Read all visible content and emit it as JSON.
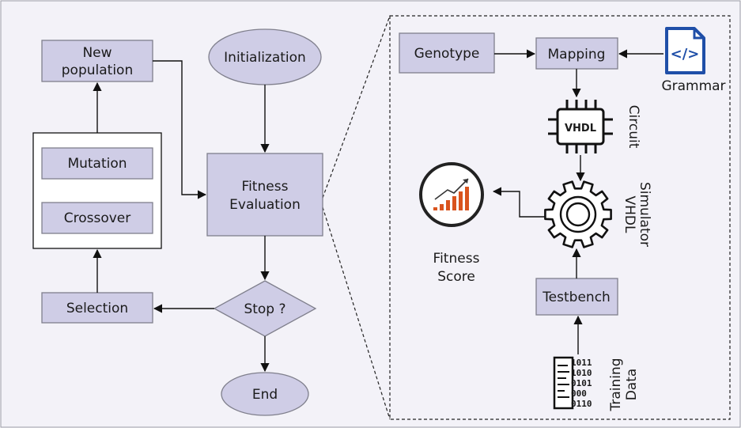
{
  "flow": {
    "initialization": "Initialization",
    "fitness_line1": "Fitness",
    "fitness_line2": "Evaluation",
    "stop": "Stop ?",
    "end": "End",
    "selection": "Selection",
    "crossover": "Crossover",
    "mutation": "Mutation",
    "newpop_line1": "New",
    "newpop_line2": "population"
  },
  "detail": {
    "genotype": "Genotype",
    "mapping": "Mapping",
    "grammar": "Grammar",
    "grammar_icon": "</>",
    "circuit": "Circuit",
    "chip_label": "VHDL",
    "simulator_line1": "VHDL",
    "simulator_line2": "Simulator",
    "fitness_score_line1": "Fitness",
    "fitness_score_line2": "Score",
    "testbench": "Testbench",
    "training_line1": "Training",
    "training_line2": "Data",
    "binary_rows": [
      "1011",
      "1010",
      "0101",
      "000",
      "0110"
    ]
  },
  "colors": {
    "background": "#f3f2f8",
    "node_fill": "#cfcde6",
    "node_stroke": "#7f7f8c",
    "grammar_icon": "#1f4fa8",
    "chart_bars": "#d9541e",
    "chart_ring": "#222222"
  },
  "icons": [
    "grammar-code-file-icon",
    "vhdl-chip-icon",
    "gear-simulator-icon",
    "fitness-chart-icon",
    "binary-document-icon"
  ]
}
